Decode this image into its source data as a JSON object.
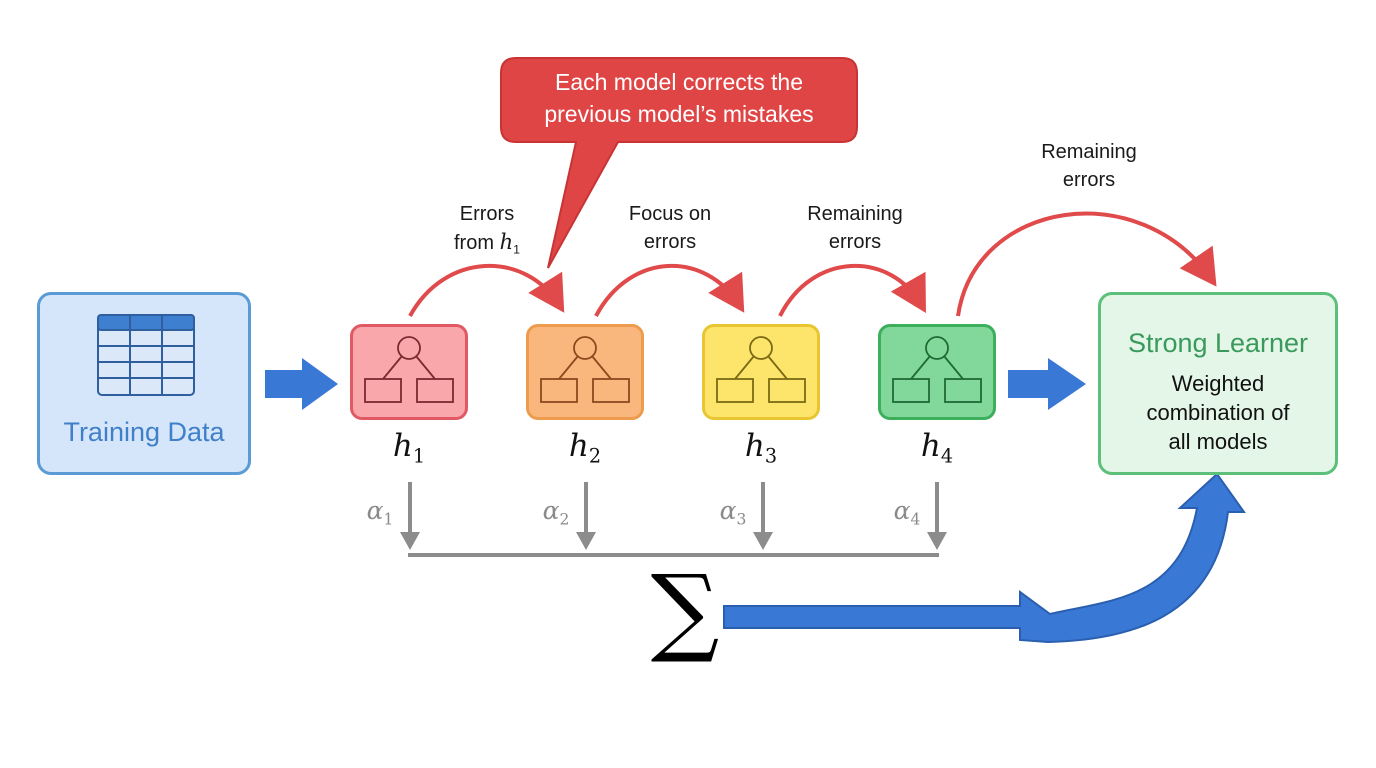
{
  "training": {
    "label": "Training Data",
    "icon": "table-icon"
  },
  "callout": {
    "lines": [
      "Each model corrects the",
      "previous model’s mistakes"
    ]
  },
  "models": [
    {
      "sym": "h",
      "sub": "1",
      "weight_sym": "α",
      "weight_sub": "1",
      "color": "#f9a7ab",
      "border": "#e05a63"
    },
    {
      "sym": "h",
      "sub": "2",
      "weight_sym": "α",
      "weight_sub": "2",
      "color": "#f9b77e",
      "border": "#ec9c4c"
    },
    {
      "sym": "h",
      "sub": "3",
      "weight_sym": "α",
      "weight_sub": "3",
      "color": "#fde46b",
      "border": "#e9c531"
    },
    {
      "sym": "h",
      "sub": "4",
      "weight_sym": "α",
      "weight_sub": "4",
      "color": "#82d89a",
      "border": "#3dae5c"
    }
  ],
  "transitions": [
    {
      "line1": "Errors",
      "line2_text": "from ",
      "line2_sym": "h",
      "line2_sub": "1"
    },
    {
      "line1": "Focus on",
      "line2_text": "errors"
    },
    {
      "line1": "Remaining",
      "line2_text": "errors"
    },
    {
      "line1": "Remaining",
      "line2_text": "errors"
    }
  ],
  "strong": {
    "title": "Strong Learner",
    "desc_lines": [
      "Weighted",
      "combination of",
      "all models"
    ]
  },
  "sum_symbol": "∑",
  "colors": {
    "flow_arrow": "#3a78d6",
    "error_arrow": "#e04a4a",
    "weight_arrow": "#8c8c8c"
  }
}
